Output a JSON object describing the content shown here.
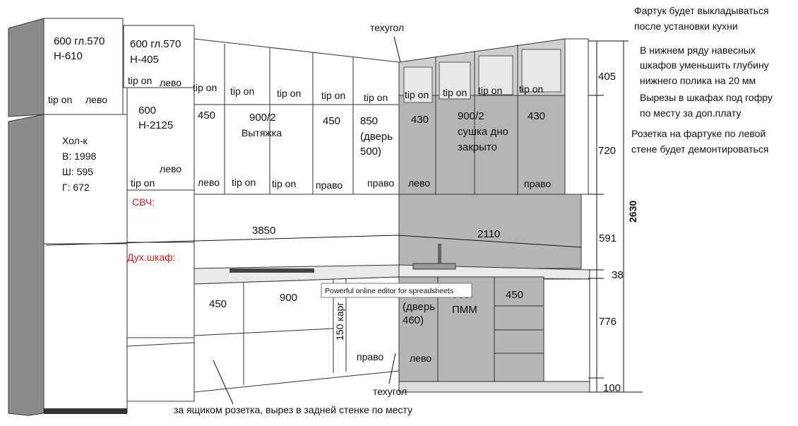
{
  "colors": {
    "front": "#ffffff",
    "grey_facade": "#b5b5b5",
    "side": "#9a9a9a",
    "tall_side": "#8c8c8c",
    "red_label": "#e01818"
  },
  "upper_left": {
    "tall_top": [
      "600 гл.570",
      "Н-610"
    ],
    "tall_top_2": [
      "600 гл.570",
      "Н-405"
    ],
    "tall_mid": [
      "600",
      "Н-2125"
    ],
    "fridge": [
      "Хол-к",
      "В: 1998",
      "Ш: 595",
      "Г: 672"
    ],
    "microwave": "СВЧ:",
    "oven": "Дух.шкаф:"
  },
  "upper_cab": {
    "c1": "450",
    "c2": [
      "900/2",
      "Вытяжка"
    ],
    "c3": "450",
    "c4": [
      "850",
      "(дверь",
      "500)"
    ],
    "c5": "430",
    "c6": [
      "900/2",
      "сушка дно",
      "закрыто"
    ],
    "c7": "430"
  },
  "lower_cab": {
    "c1": "450",
    "c2": "900",
    "c3": "150 карг",
    "c4": [
      "(дверь",
      "460)"
    ],
    "c5": [
      "900",
      "ПММ"
    ],
    "c6": "450"
  },
  "hinges": {
    "tipon": "tip on",
    "left": "лево",
    "right": "право"
  },
  "labels": {
    "corner_top": "техугол",
    "corner_bottom": "техугол",
    "socket_note": "за ящиком розетка, вырез в задней стенке по месту",
    "tooltip": "Powerful online editor for spreadsheets"
  },
  "dimensions": {
    "width_left": "3850",
    "width_right": "2110",
    "h1": "405",
    "h2": "720",
    "h3": "591",
    "h4": "38",
    "h5": "776",
    "h6": "100",
    "total": "2630"
  },
  "notes": [
    [
      "Фартук будет выкладываться",
      "после установки кухни"
    ],
    [
      "В нижнем ряду навесных",
      "шкафов уменьшить глубину",
      "нижнего полика на 20 мм"
    ],
    [
      "Вырезы в шкафах под гофру",
      "по месту за доп.плату"
    ],
    [
      "Розетка на фартуке по левой",
      "стене будет демонтироваться"
    ]
  ]
}
